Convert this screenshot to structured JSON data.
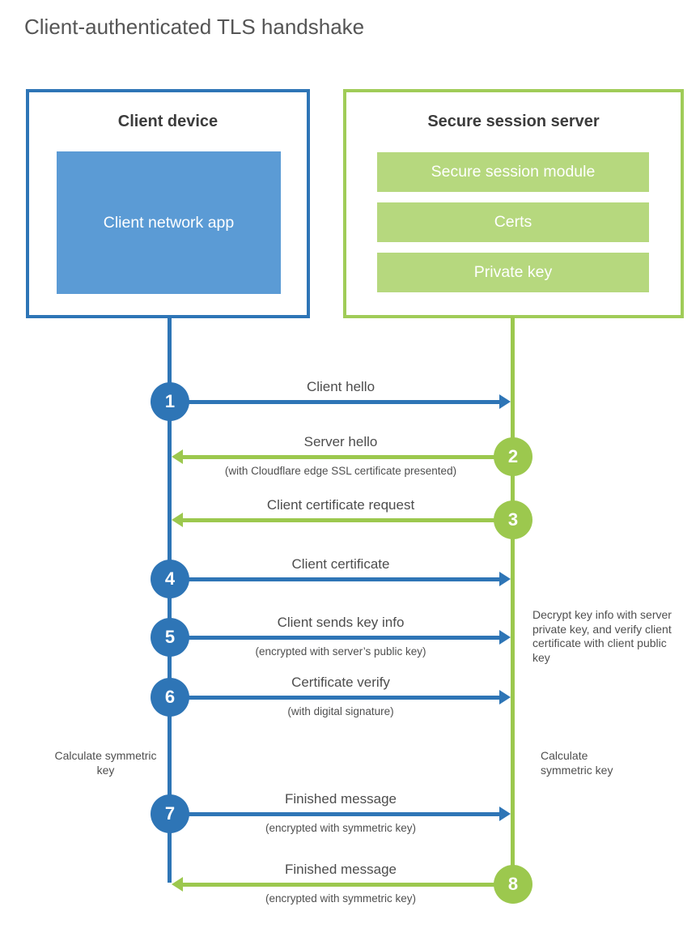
{
  "title": "Client-authenticated TLS handshake",
  "client": {
    "title": "Client device",
    "app_label": "Client network app"
  },
  "server": {
    "title": "Secure session server",
    "modules": [
      "Secure session module",
      "Certs",
      "Private key"
    ]
  },
  "steps": [
    {
      "num": "1",
      "actor": "client",
      "direction": "right",
      "label": "Client hello"
    },
    {
      "num": "2",
      "actor": "server",
      "direction": "left",
      "label": "Server hello",
      "sub": "(with Cloudflare edge SSL certificate presented)"
    },
    {
      "num": "3",
      "actor": "server",
      "direction": "left",
      "label": "Client certificate request"
    },
    {
      "num": "4",
      "actor": "client",
      "direction": "right",
      "label": "Client certificate"
    },
    {
      "num": "5",
      "actor": "client",
      "direction": "right",
      "label": "Client sends key info",
      "sub": "(encrypted with server’s public key)"
    },
    {
      "num": "6",
      "actor": "client",
      "direction": "right",
      "label": "Certificate verify",
      "sub": "(with digital signature)"
    },
    {
      "num": "7",
      "actor": "client",
      "direction": "right",
      "label": "Finished message",
      "sub": "(encrypted with symmetric key)"
    },
    {
      "num": "8",
      "actor": "server",
      "direction": "left",
      "label": "Finished message",
      "sub": "(encrypted with symmetric key)"
    }
  ],
  "notes": {
    "server_decrypt": "Decrypt key info with server private key, and verify client certificate with client public key",
    "client_calculate": "Calculate symmetric key",
    "server_calculate": "Calculate symmetric key"
  },
  "colors": {
    "blue": "#2e75b6",
    "light_blue": "#5b9bd5",
    "green": "#9cc84e",
    "light_green": "#b6d87e"
  }
}
